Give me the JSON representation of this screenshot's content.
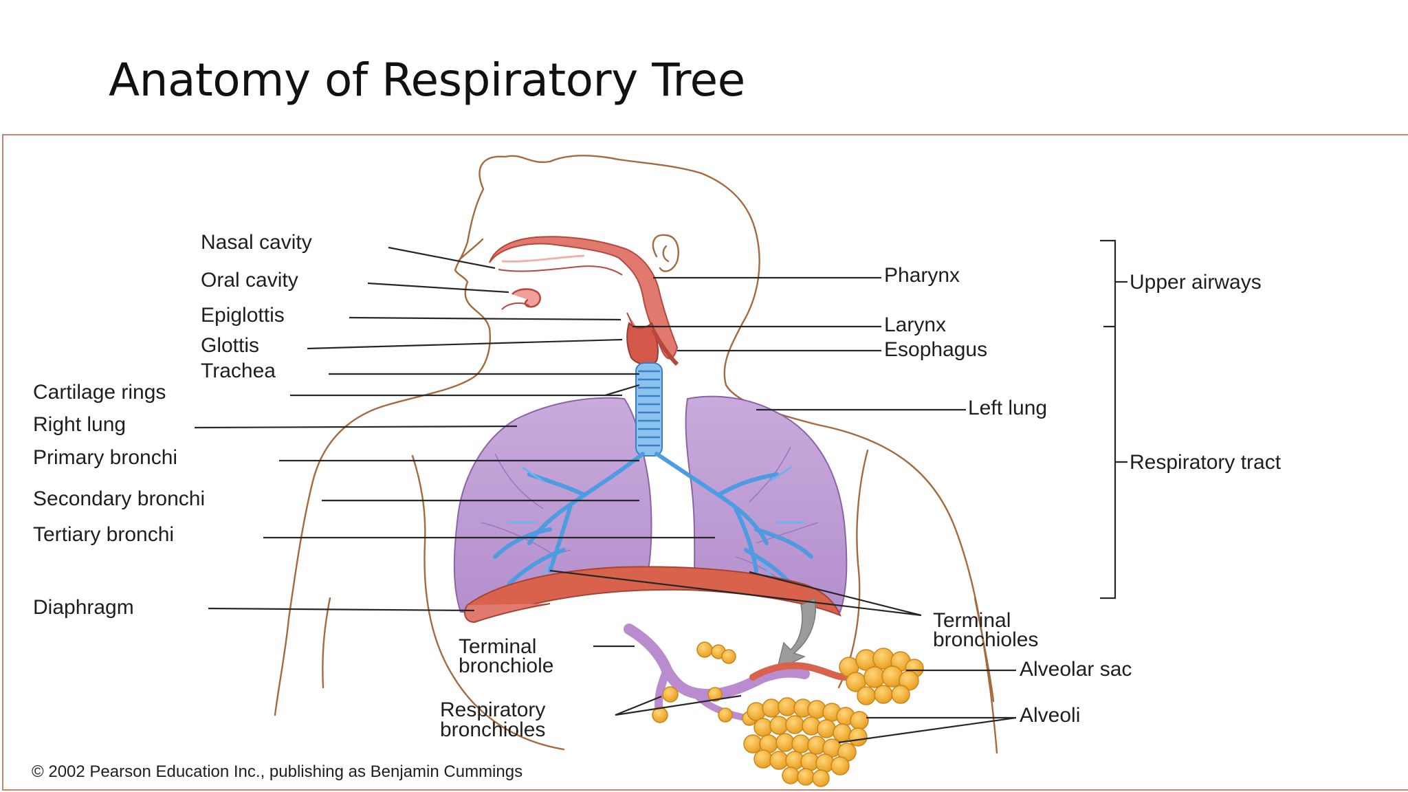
{
  "slide": {
    "title": "Anatomy of Respiratory Tree"
  },
  "figure": {
    "labels": {
      "nasal_cavity": "Nasal cavity",
      "oral_cavity": "Oral cavity",
      "epiglottis": "Epiglottis",
      "glottis": "Glottis",
      "trachea": "Trachea",
      "cartilage_rings": "Cartilage rings",
      "right_lung": "Right lung",
      "primary_bronchi": "Primary bronchi",
      "secondary_bronchi": "Secondary bronchi",
      "tertiary_bronchi": "Tertiary bronchi",
      "diaphragm": "Diaphragm",
      "pharynx": "Pharynx",
      "larynx": "Larynx",
      "esophagus": "Esophagus",
      "left_lung": "Left lung",
      "upper_airways": "Upper airways",
      "respiratory_tract": "Respiratory tract",
      "terminal_bronchioles_1": "Terminal",
      "terminal_bronchioles_2": "bronchioles",
      "terminal_bronchiole_1": "Terminal",
      "terminal_bronchiole_2": "bronchiole",
      "respiratory_bronchioles_1": "Respiratory",
      "respiratory_bronchioles_2": "bronchioles",
      "alveolar_sac": "Alveolar sac",
      "alveoli": "Alveoli"
    },
    "copyright": "© 2002 Pearson Education Inc., publishing as Benjamin Cummings",
    "colors": {
      "frame_border": "#c7836b",
      "body_outline": "#a5693e",
      "lung_fill": "#c4a3d6",
      "bronchi": "#4d9be0",
      "trachea": "#8cc2ee",
      "diaphragm": "#d9624c",
      "upper_airway": "#e07a6e",
      "alveoli": "#f3b02d"
    }
  }
}
